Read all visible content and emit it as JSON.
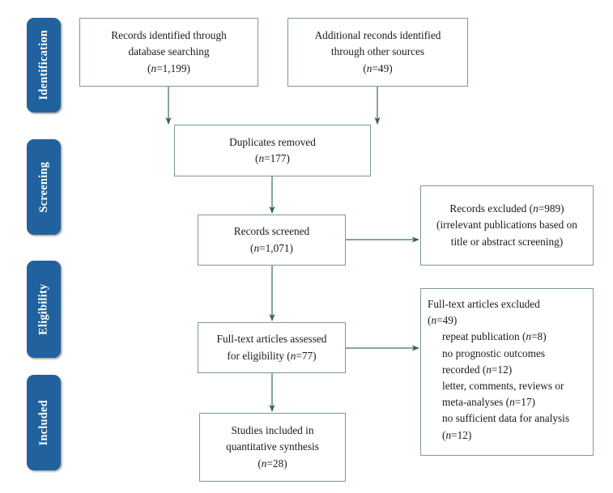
{
  "diagram": {
    "title": "PRISMA flow diagram",
    "accent_blue": "#21629E",
    "box_border_green": "#7d9d85",
    "arrow_green": "#33654A",
    "background": "#ffffff"
  },
  "stages": [
    {
      "id": "identification",
      "label": "Identification"
    },
    {
      "id": "screening",
      "label": "Screening"
    },
    {
      "id": "eligibility",
      "label": "Eligibility"
    },
    {
      "id": "included",
      "label": "Included"
    }
  ],
  "boxes": {
    "records_identified": {
      "lines": [
        "Records identified through",
        "database searching",
        "(n=1,199)"
      ],
      "count": 1199
    },
    "additional_records": {
      "lines": [
        "Additional reconds identified",
        "through other sources",
        "(n=49)"
      ],
      "count": 49
    },
    "duplicates_removed": {
      "lines": [
        "Duplicates removed",
        "(n=177)"
      ],
      "count": 177
    },
    "records_screened": {
      "lines": [
        "Records screened",
        "(n=1,071)"
      ],
      "count": 1071
    },
    "records_excluded": {
      "lines": [
        "Records excluded (n=989)",
        "(irrelevant publications based on",
        "title or abstract screening)"
      ],
      "count": 989
    },
    "fulltext_assessed": {
      "lines": [
        "Full-text articles assessed",
        "for eligibility (n=77)"
      ],
      "count": 77
    },
    "fulltext_excluded": {
      "lines": [
        "Full-text articles excluded",
        "(n=49)",
        "repeat publication (n=8)",
        "no prognostic outcomes",
        "recorded (n=12)",
        "letter, comments, reviews or",
        "meta-analyses (n=17)",
        "no sufficient data for analysis",
        "(n=12)"
      ],
      "count": 49,
      "reasons": [
        {
          "label": "repeat publication",
          "n": 8
        },
        {
          "label": "no prognostic outcomes recorded",
          "n": 12
        },
        {
          "label": "letter, comments, reviews or meta-analyses",
          "n": 17
        },
        {
          "label": "no sufficient data for analysis",
          "n": 12
        }
      ]
    },
    "studies_included": {
      "lines": [
        "Studies included in",
        "quantitative synthesis",
        "(n=28)"
      ],
      "count": 28
    }
  }
}
